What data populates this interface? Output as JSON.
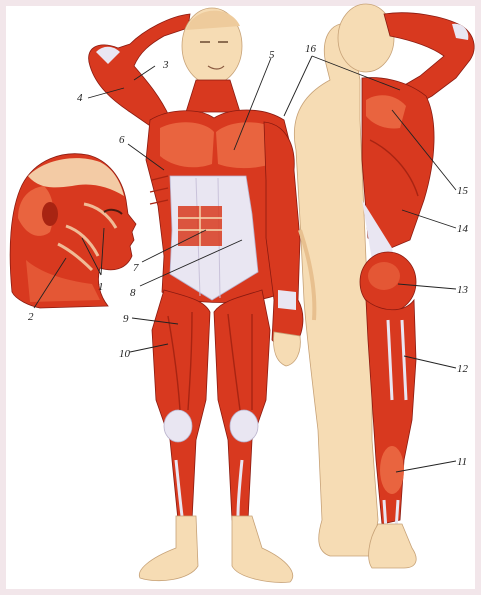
{
  "colors": {
    "frame": "#f2e6ea",
    "muscle": "#d8391f",
    "muscle_dark": "#a82412",
    "muscle_light": "#e9643f",
    "tendon": "#e9e6f2",
    "skin": "#f6dcb4",
    "skin_shade": "#e8c08f"
  },
  "labels": [
    {
      "id": "1",
      "text": "1"
    },
    {
      "id": "2",
      "text": "2"
    },
    {
      "id": "3",
      "text": "3"
    },
    {
      "id": "4",
      "text": "4"
    },
    {
      "id": "5",
      "text": "5"
    },
    {
      "id": "6",
      "text": "6"
    },
    {
      "id": "7",
      "text": "7"
    },
    {
      "id": "8",
      "text": "8"
    },
    {
      "id": "9",
      "text": "9"
    },
    {
      "id": "10",
      "text": "10"
    },
    {
      "id": "11",
      "text": "11"
    },
    {
      "id": "12",
      "text": "12"
    },
    {
      "id": "13",
      "text": "13"
    },
    {
      "id": "14",
      "text": "14"
    },
    {
      "id": "15",
      "text": "15"
    },
    {
      "id": "16",
      "text": "16"
    }
  ]
}
